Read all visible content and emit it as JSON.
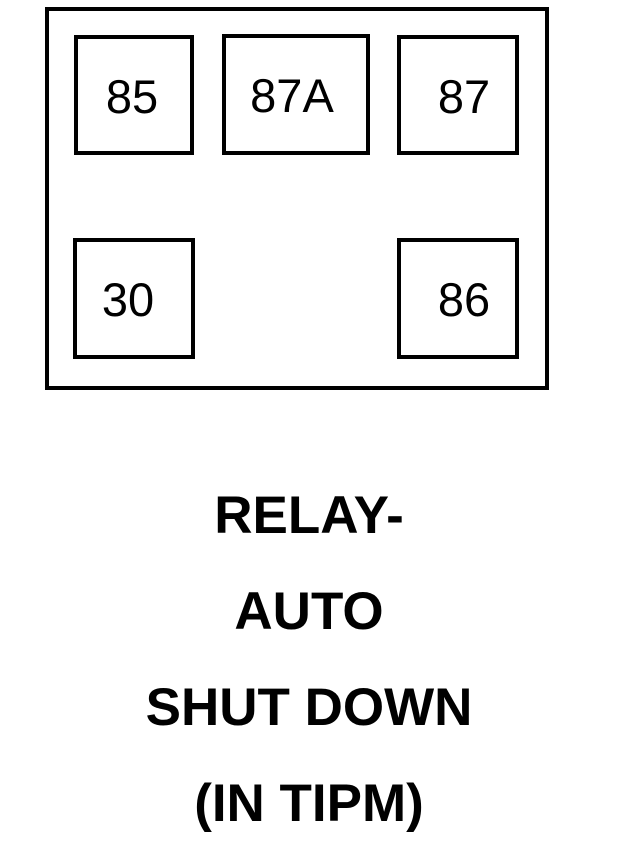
{
  "diagram": {
    "kind": "automotive-relay-pinout",
    "colors": {
      "ink": "#000000",
      "background": "#ffffff"
    },
    "body": {
      "label": "relay-outline"
    },
    "terminals": [
      {
        "id": "85",
        "label": "85",
        "row": "top",
        "position": "left"
      },
      {
        "id": "87A",
        "label": "87A",
        "row": "top",
        "position": "center"
      },
      {
        "id": "87",
        "label": "87",
        "row": "top",
        "position": "right"
      },
      {
        "id": "30",
        "label": "30",
        "row": "bottom",
        "position": "left"
      },
      {
        "id": "86",
        "label": "86",
        "row": "bottom",
        "position": "right"
      }
    ],
    "caption": {
      "lines": [
        "RELAY-",
        "AUTO",
        "SHUT DOWN",
        "(IN TIPM)"
      ]
    }
  }
}
